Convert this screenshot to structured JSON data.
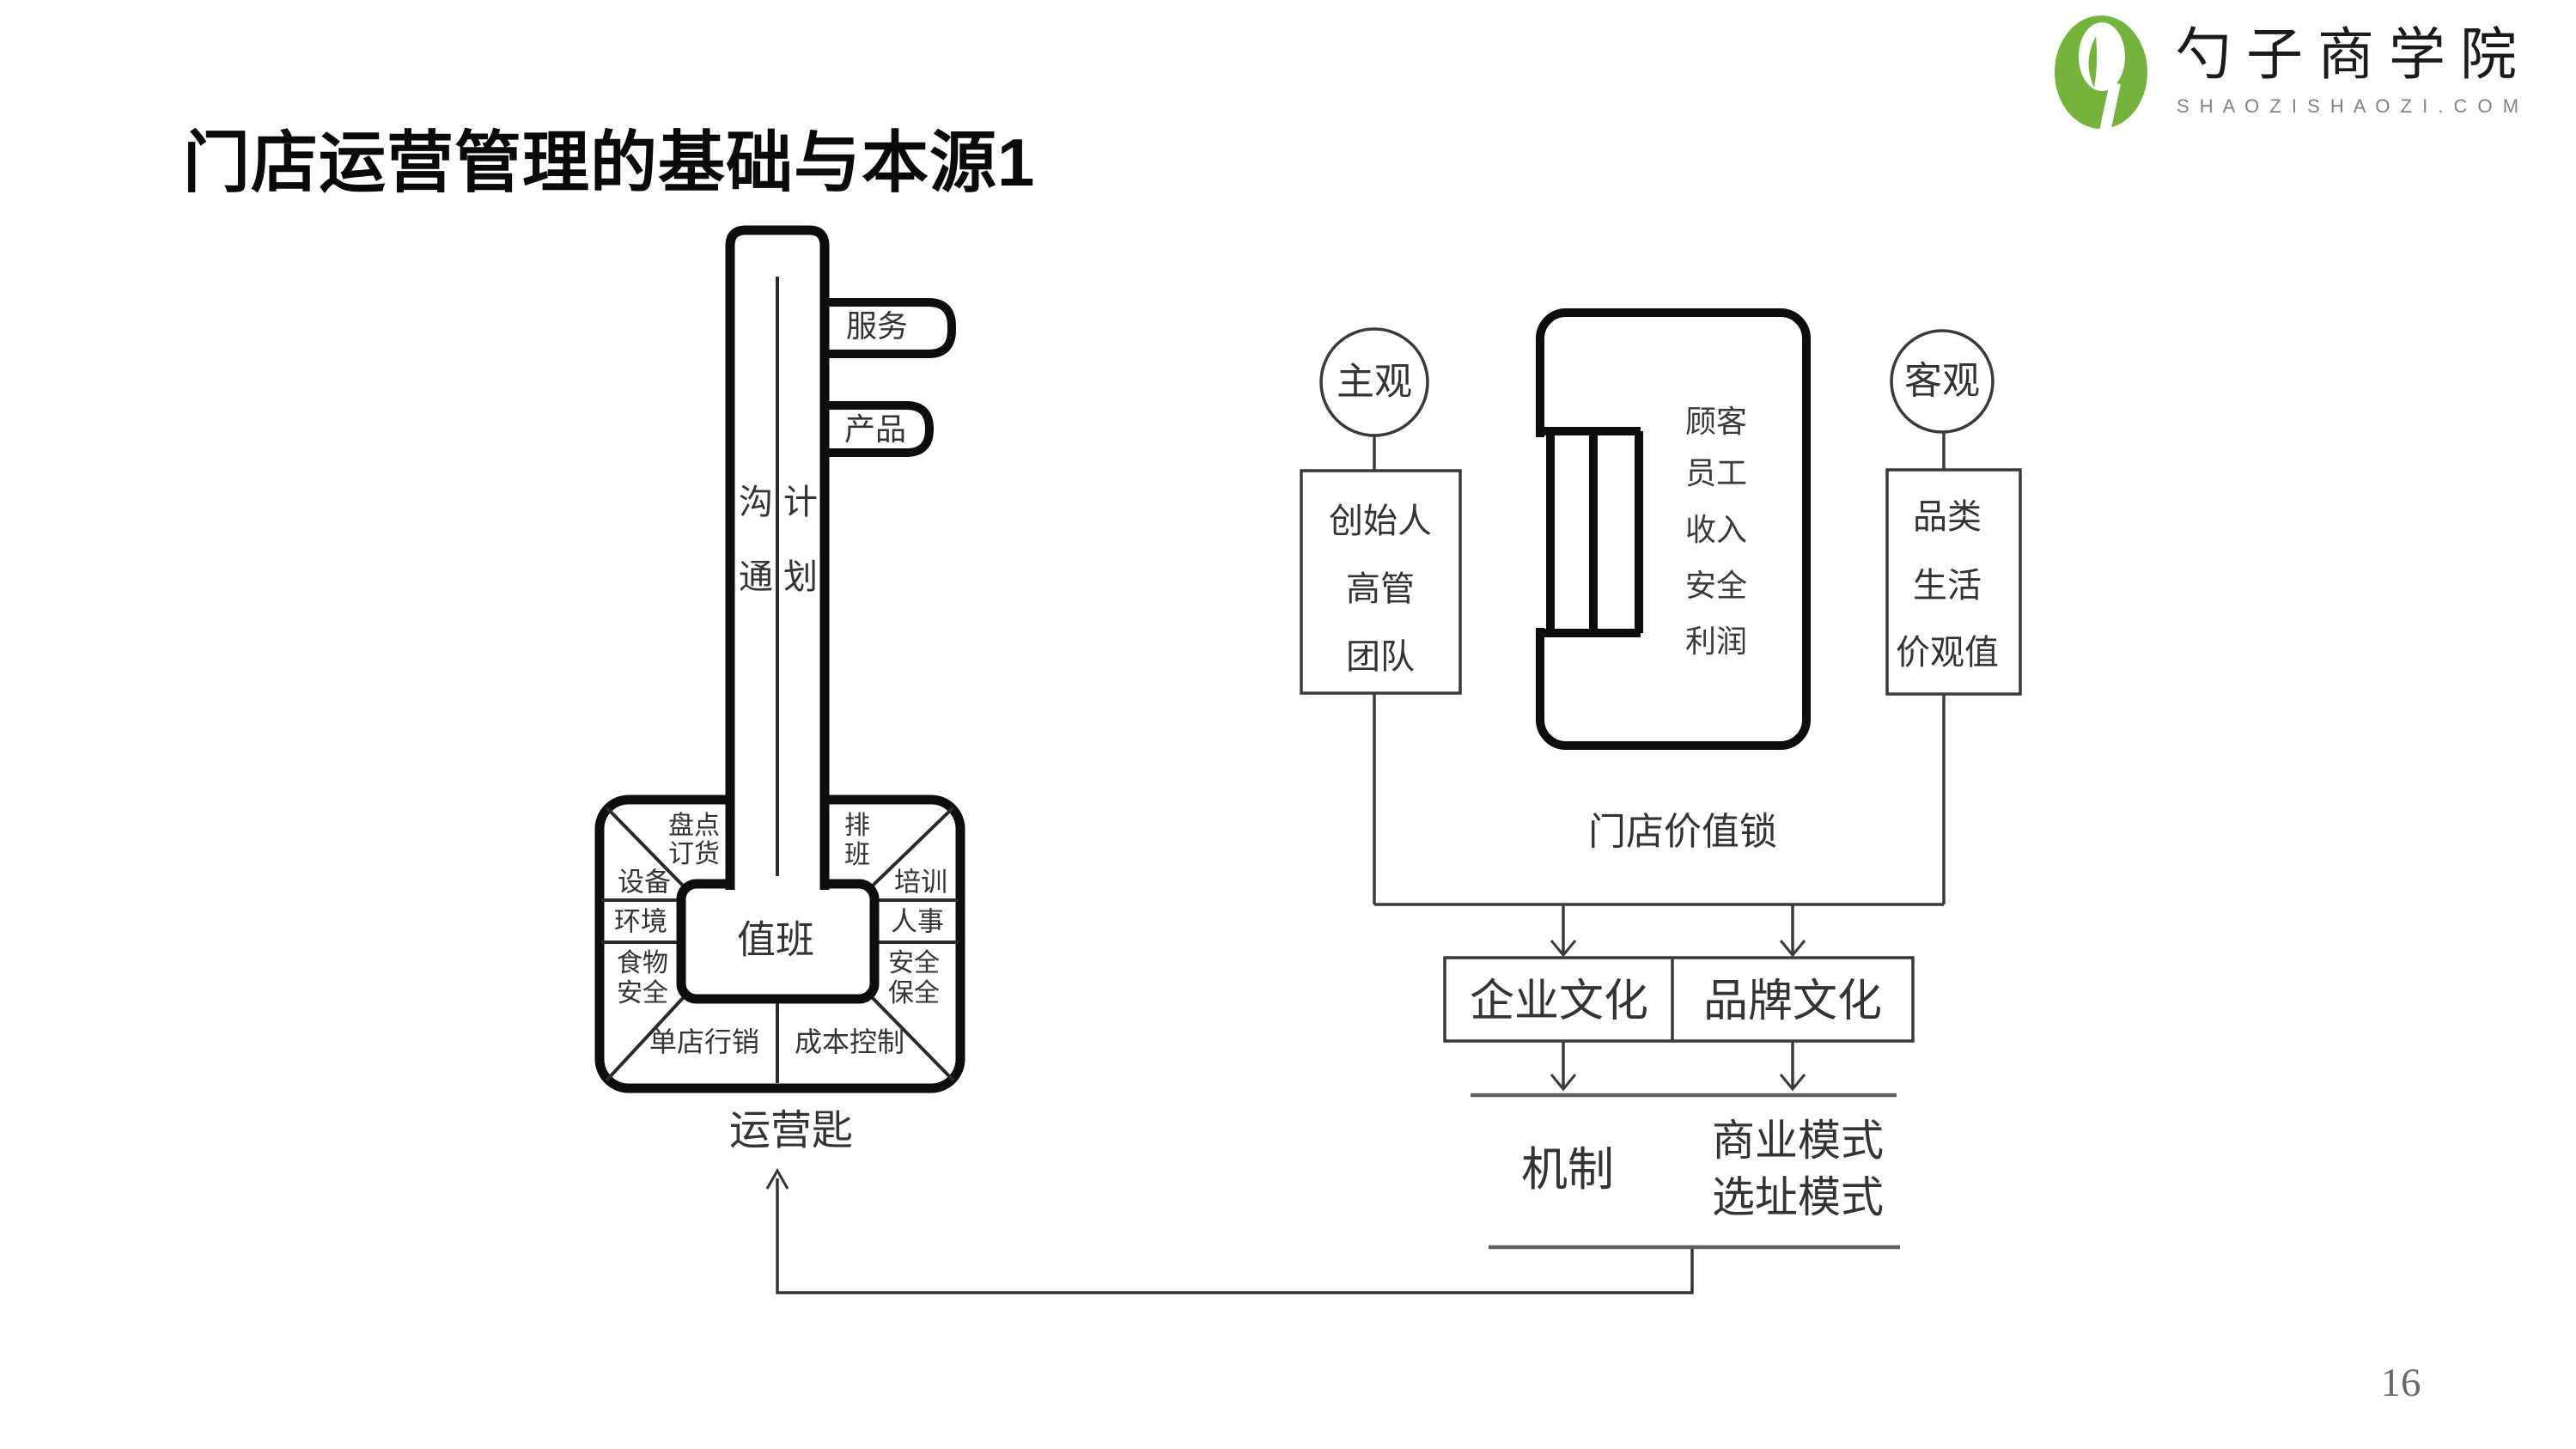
{
  "slide": {
    "title": "门店运营管理的基础与本源1",
    "page_number": "16",
    "colors": {
      "brand_green": "#74b43c",
      "line_black": "#111111",
      "line_gray": "#606060",
      "text_dark": "#333333"
    }
  },
  "logo": {
    "name": "勺子商学院",
    "domain": "S H A O Z I S H A O Z I . C O M"
  },
  "key_diagram": {
    "caption": "运营匙",
    "shaft_left_chars": [
      "沟",
      "通"
    ],
    "shaft_right_chars": [
      "计",
      "划"
    ],
    "teeth": [
      "服务",
      "产品"
    ],
    "center_label": "值班",
    "head_labels": {
      "top_left": [
        "盘点",
        "订货"
      ],
      "top_right": [
        "排",
        "班"
      ],
      "left_1": "设备",
      "left_2": "环境",
      "left_3": [
        "食物",
        "安全"
      ],
      "right_1": "培训",
      "right_2": "人事",
      "right_3": [
        "安全",
        "保全"
      ],
      "bottom_left": "单店行销",
      "bottom_right": "成本控制"
    }
  },
  "lock_diagram": {
    "caption": "门店价值锁",
    "subjective": "主观",
    "objective": "客观",
    "left_box": [
      "创始人",
      "高管",
      "团队"
    ],
    "right_box": [
      "品类",
      "生活",
      "价观值"
    ],
    "lock_values": [
      "顾客",
      "员工",
      "收入",
      "安全",
      "利润"
    ],
    "culture_left": "企业文化",
    "culture_right": "品牌文化",
    "mechanism": "机制",
    "model_lines": [
      "商业模式",
      "选址模式"
    ]
  }
}
